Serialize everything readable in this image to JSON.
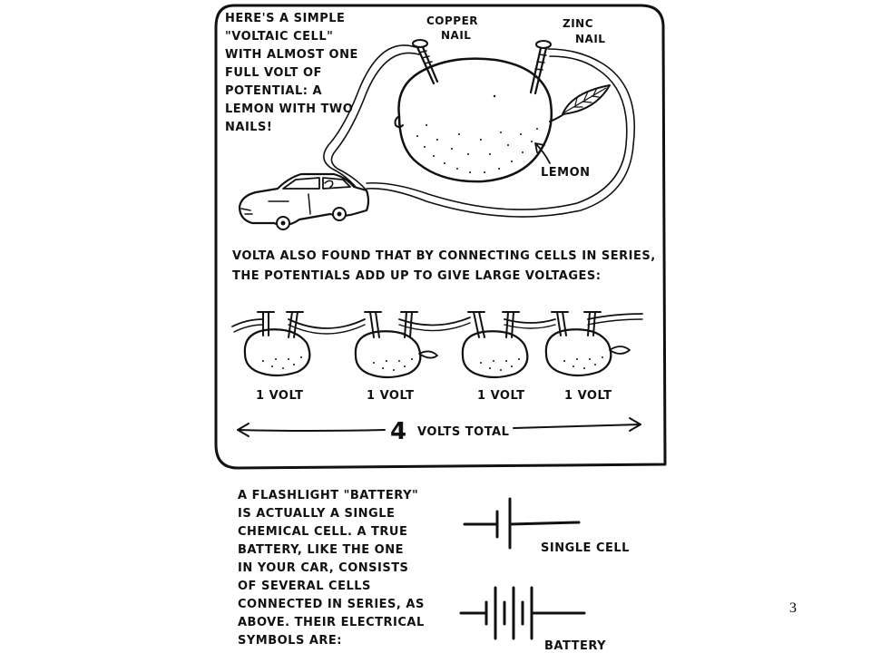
{
  "intro_text": [
    "HERE'S A SIMPLE",
    "\"VOLTAIC CELL\"",
    "WITH ALMOST ONE",
    "FULL VOLT OF",
    "POTENTIAL: A",
    "LEMON WITH TWO",
    "NAILS!"
  ],
  "labels": {
    "copper": [
      "COPPER",
      "NAIL"
    ],
    "zinc": [
      "ZINC",
      "NAIL"
    ],
    "lemon": "LEMON"
  },
  "series_text": [
    "VOLTA ALSO FOUND THAT BY CONNECTING CELLS IN SERIES,",
    "THE POTENTIALS ADD UP TO GIVE LARGE VOLTAGES:"
  ],
  "cells": [
    {
      "label": "1 VOLT"
    },
    {
      "label": "1 VOLT"
    },
    {
      "label": "1 VOLT"
    },
    {
      "label": "1 VOLT"
    }
  ],
  "total": {
    "number": "4",
    "text": "VOLTS TOTAL"
  },
  "battery_text": [
    "A FLASHLIGHT \"BATTERY\"",
    "IS ACTUALLY A SINGLE",
    "CHEMICAL CELL. A TRUE",
    "BATTERY, LIKE THE ONE",
    "IN YOUR CAR, CONSISTS",
    "OF SEVERAL CELLS",
    "CONNECTED IN SERIES, AS",
    "ABOVE. THEIR ELECTRICAL",
    "SYMBOLS ARE:"
  ],
  "symbols": {
    "single_cell": "SINGLE CELL",
    "battery": "BATTERY"
  },
  "slide_number": "3"
}
